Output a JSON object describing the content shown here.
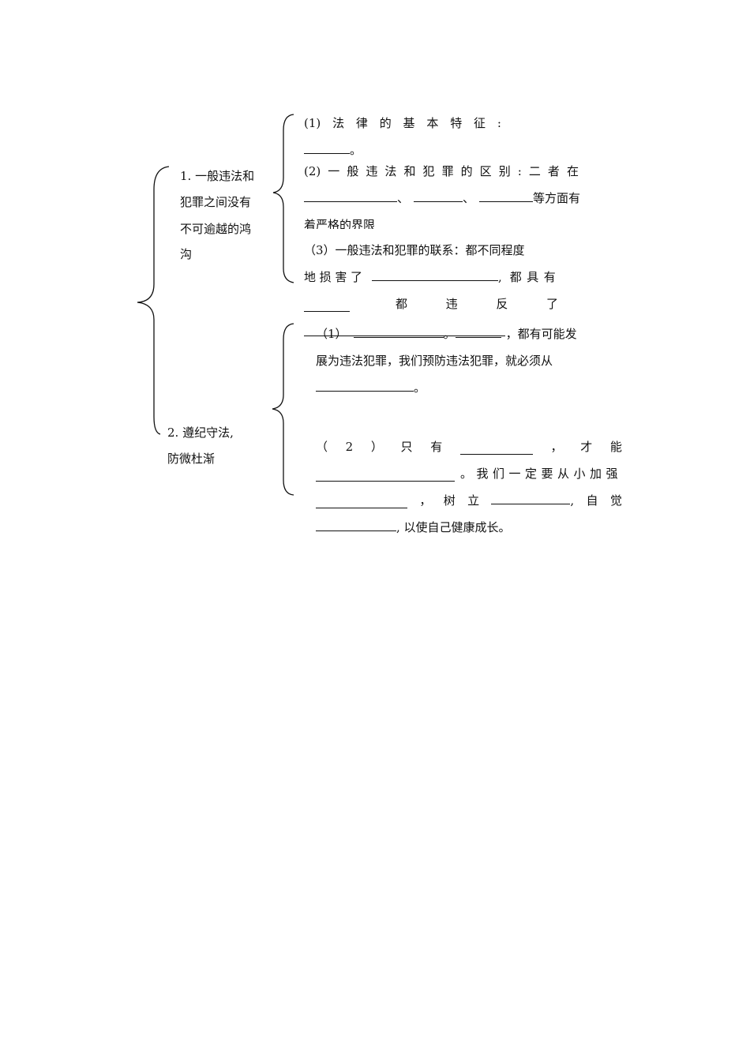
{
  "section1": {
    "title_lines": [
      "1. 一般违法和",
      "犯罪之间没有",
      "不可逾越的鸿",
      "沟"
    ],
    "item1": {
      "line1_chars": [
        "(1)",
        "法",
        "律",
        "的",
        "基",
        "本",
        "特",
        "征",
        ":"
      ],
      "line2_end": "。"
    },
    "item2": {
      "line1_chars": [
        "(2)",
        "一",
        "般",
        "违",
        "法",
        "和",
        "犯",
        "罪",
        "的",
        "区",
        "别",
        ":",
        "二",
        "者",
        "在"
      ],
      "sep1": "、",
      "sep2": "、",
      "tail": "等方面有",
      "line3": "着严格的界限"
    },
    "item3": {
      "line1": "（3）一般违法和犯罪的联系：都不同程度",
      "line2_prefix_chars": [
        "地",
        "损",
        "害",
        "了"
      ],
      "line2_mid": ",",
      "line2_suffix_chars": [
        "都",
        "具",
        "有"
      ],
      "line3_chars": [
        "都",
        "违",
        "反",
        "了"
      ]
    }
  },
  "section2": {
    "title_lines": [
      "2. 遵纪守法,",
      "防微杜渐"
    ],
    "item1": {
      "label": "（1）",
      "sep": "。",
      "tail": "，都有可能发",
      "line2": "展为违法犯罪，我们预防违法犯罪，就必须从",
      "line3_end": "。"
    },
    "item2": {
      "line1_chars": [
        "（",
        "2",
        "）",
        "只",
        "有",
        "__BLANK__",
        "，",
        "才",
        "能"
      ],
      "line2_tail": "。我们一定要从小加强",
      "line3_chars": [
        "__BLANK1__",
        "，",
        "树",
        "立",
        "__BLANK2__,",
        "自",
        "觉"
      ],
      "line4_tail": ", 以使自己健康成长。"
    }
  }
}
